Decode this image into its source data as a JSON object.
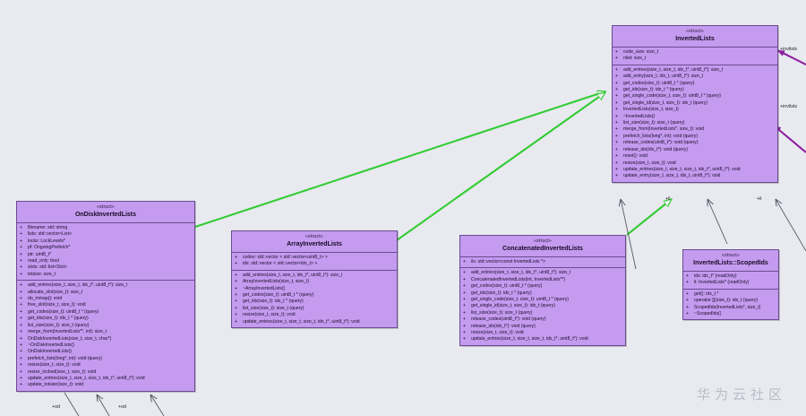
{
  "diagram": {
    "title": "InvertedLists class hierarchy",
    "background_color": "#e8eaf0",
    "box_fill": "#c49bef",
    "box_border": "#6b4b91",
    "inheritance_color": "#33cc33",
    "association_color": "#8e1fa0",
    "aggregation_color": "#555a66"
  },
  "watermark": "华为云社区",
  "classes": {
    "inverted_lists": {
      "stereotype": "«struct»",
      "name": "InvertedLists",
      "attributes": [
        {
          "vis": "+",
          "sig": "code_size: size_t"
        },
        {
          "vis": "+",
          "sig": "nlist: size_t"
        }
      ],
      "operations": [
        {
          "vis": "+",
          "sig": "add_entries(size_t, size_t, idx_t*, uint8_t*): size_t"
        },
        {
          "vis": "+",
          "sig": "add_entry(size_t, idx_t, uint8_t*): size_t"
        },
        {
          "vis": "+",
          "sig": "get_codes(size_t): uint8_t * (query)"
        },
        {
          "vis": "+",
          "sig": "get_ids(size_t): idx_t * (query)"
        },
        {
          "vis": "+",
          "sig": "get_single_code(size_t, size_t): uint8_t * (query)"
        },
        {
          "vis": "+",
          "sig": "get_single_id(size_t, size_t): idx_t (query)"
        },
        {
          "vis": "+",
          "sig": "InvertedLists(size_t, size_t)"
        },
        {
          "vis": "+",
          "sig": "~InvertedLists()"
        },
        {
          "vis": "+",
          "sig": "list_size(size_t): size_t (query)"
        },
        {
          "vis": "+",
          "sig": "merge_from(InvertedLists*, size_t): void"
        },
        {
          "vis": "+",
          "sig": "prefetch_lists(long*, int): void (query)"
        },
        {
          "vis": "+",
          "sig": "release_codes(uint8_t*): void (query)"
        },
        {
          "vis": "+",
          "sig": "release_ids(idx_t*): void (query)"
        },
        {
          "vis": "+",
          "sig": "reset(): void"
        },
        {
          "vis": "+",
          "sig": "resize(size_t, size_t): void"
        },
        {
          "vis": "+",
          "sig": "update_entries(size_t, size_t, size_t, idx_t*, uint8_t*): void"
        },
        {
          "vis": "+",
          "sig": "update_entry(size_t, size_t, idx_t, uint8_t*): void"
        }
      ]
    },
    "ondisk_inverted_lists": {
      "stereotype": "«struct»",
      "name": "OnDiskInvertedLists",
      "attributes": [
        {
          "vis": "+",
          "sig": "filename: std::string"
        },
        {
          "vis": "+",
          "sig": "lists: std::vector<List>"
        },
        {
          "vis": "+",
          "sig": "locks: LockLevels*"
        },
        {
          "vis": "+",
          "sig": "pf: OngoingPrefetch*"
        },
        {
          "vis": "+",
          "sig": "ptr: uint8_t*"
        },
        {
          "vis": "+",
          "sig": "read_only: bool"
        },
        {
          "vis": "+",
          "sig": "slots: std::list<Slot>"
        },
        {
          "vis": "+",
          "sig": "totsize: size_t"
        }
      ],
      "operations": [
        {
          "vis": "+",
          "sig": "add_entries(size_t, size_t, idx_t*, uint8_t*): size_t"
        },
        {
          "vis": "+",
          "sig": "allocate_slot(size_t): size_t"
        },
        {
          "vis": "+",
          "sig": "do_mmap(): void"
        },
        {
          "vis": "+",
          "sig": "free_slot(size_t, size_t): void"
        },
        {
          "vis": "+",
          "sig": "get_codes(size_t): uint8_t * (query)"
        },
        {
          "vis": "+",
          "sig": "get_ids(size_t): idx_t * (query)"
        },
        {
          "vis": "+",
          "sig": "list_size(size_t): size_t (query)"
        },
        {
          "vis": "+",
          "sig": "merge_from(InvertedLists**, int): size_t"
        },
        {
          "vis": "+",
          "sig": "OnDiskInvertedLists(size_t, size_t, char*)"
        },
        {
          "vis": "+",
          "sig": "~OnDiskInvertedLists()"
        },
        {
          "vis": "+",
          "sig": "OnDiskInvertedLists()"
        },
        {
          "vis": "+",
          "sig": "prefetch_lists(long*, int): void (query)"
        },
        {
          "vis": "+",
          "sig": "resize(size_t, size_t): void"
        },
        {
          "vis": "+",
          "sig": "resize_locked(size_t, size_t): void"
        },
        {
          "vis": "+",
          "sig": "update_entries(size_t, size_t, size_t, idx_t*, uint8_t*): void"
        },
        {
          "vis": "+",
          "sig": "update_totsize(size_t): void"
        }
      ]
    },
    "array_inverted_lists": {
      "stereotype": "«struct»",
      "name": "ArrayInvertedLists",
      "attributes": [
        {
          "vis": "+",
          "sig": "codes: std::vector < std::vector<uint8_t> >"
        },
        {
          "vis": "+",
          "sig": "ids: std::vector < std::vector<idx_t> >"
        }
      ],
      "operations": [
        {
          "vis": "+",
          "sig": "add_entries(size_t, size_t, idx_t*, uint8_t*): size_t"
        },
        {
          "vis": "+",
          "sig": "ArrayInvertedLists(size_t, size_t)"
        },
        {
          "vis": "+",
          "sig": "~ArrayInvertedLists()"
        },
        {
          "vis": "+",
          "sig": "get_codes(size_t): uint8_t * (query)"
        },
        {
          "vis": "+",
          "sig": "get_ids(size_t): idx_t * (query)"
        },
        {
          "vis": "+",
          "sig": "list_size(size_t): size_t (query)"
        },
        {
          "vis": "+",
          "sig": "resize(size_t, size_t): void"
        },
        {
          "vis": "+",
          "sig": "update_entries(size_t, size_t, size_t, idx_t*, uint8_t*): void"
        }
      ]
    },
    "concatenated_inverted_lists": {
      "stereotype": "«struct»",
      "name": "ConcatenatedInvertedLists",
      "attributes": [
        {
          "vis": "+",
          "sig": "ils: std::vector<const InvertedLists *>"
        }
      ],
      "operations": [
        {
          "vis": "+",
          "sig": "add_entries(size_t, size_t, idx_t*, uint8_t*): size_t"
        },
        {
          "vis": "+",
          "sig": "ConcatenatedInvertedLists(int, InvertedLists**)"
        },
        {
          "vis": "+",
          "sig": "get_codes(size_t): uint8_t * (query)"
        },
        {
          "vis": "+",
          "sig": "get_ids(size_t): idx_t * (query)"
        },
        {
          "vis": "+",
          "sig": "get_single_code(size_t, size_t): uint8_t * (query)"
        },
        {
          "vis": "+",
          "sig": "get_single_id(size_t, size_t): idx_t (query)"
        },
        {
          "vis": "+",
          "sig": "list_size(size_t): size_t (query)"
        },
        {
          "vis": "+",
          "sig": "release_codes(uint8_t*): void (query)"
        },
        {
          "vis": "+",
          "sig": "release_ids(idx_t*): void (query)"
        },
        {
          "vis": "+",
          "sig": "resize(size_t, size_t): void"
        },
        {
          "vis": "+",
          "sig": "update_entries(size_t, size_t, size_t, idx_t*, uint8_t*): void"
        }
      ]
    },
    "scoped_ids": {
      "stereotype": "«struct»",
      "name": "InvertedLists::ScopedIds",
      "attributes": [
        {
          "vis": "+",
          "sig": "ids: idx_t* (readOnly)"
        },
        {
          "vis": "+",
          "sig": "il: InvertedLists* (readOnly)"
        }
      ],
      "operations": [
        {
          "vis": "+",
          "sig": "get(): idx_t *"
        },
        {
          "vis": "+",
          "sig": "operator [](size_t): idx_t (query)"
        },
        {
          "vis": "+",
          "sig": "ScopedIds(InvertedLists*, size_t)"
        },
        {
          "vis": "+",
          "sig": "~ScopedIds()"
        }
      ]
    }
  },
  "edge_labels": [
    {
      "id": "invlists-top",
      "text": "+invlists"
    },
    {
      "id": "invlists-bottom",
      "text": "+invlists"
    },
    {
      "id": "il-left",
      "text": "+il"
    },
    {
      "id": "il-right",
      "text": "+il"
    },
    {
      "id": "od-left",
      "text": "+od"
    },
    {
      "id": "od-right",
      "text": "+od"
    }
  ]
}
